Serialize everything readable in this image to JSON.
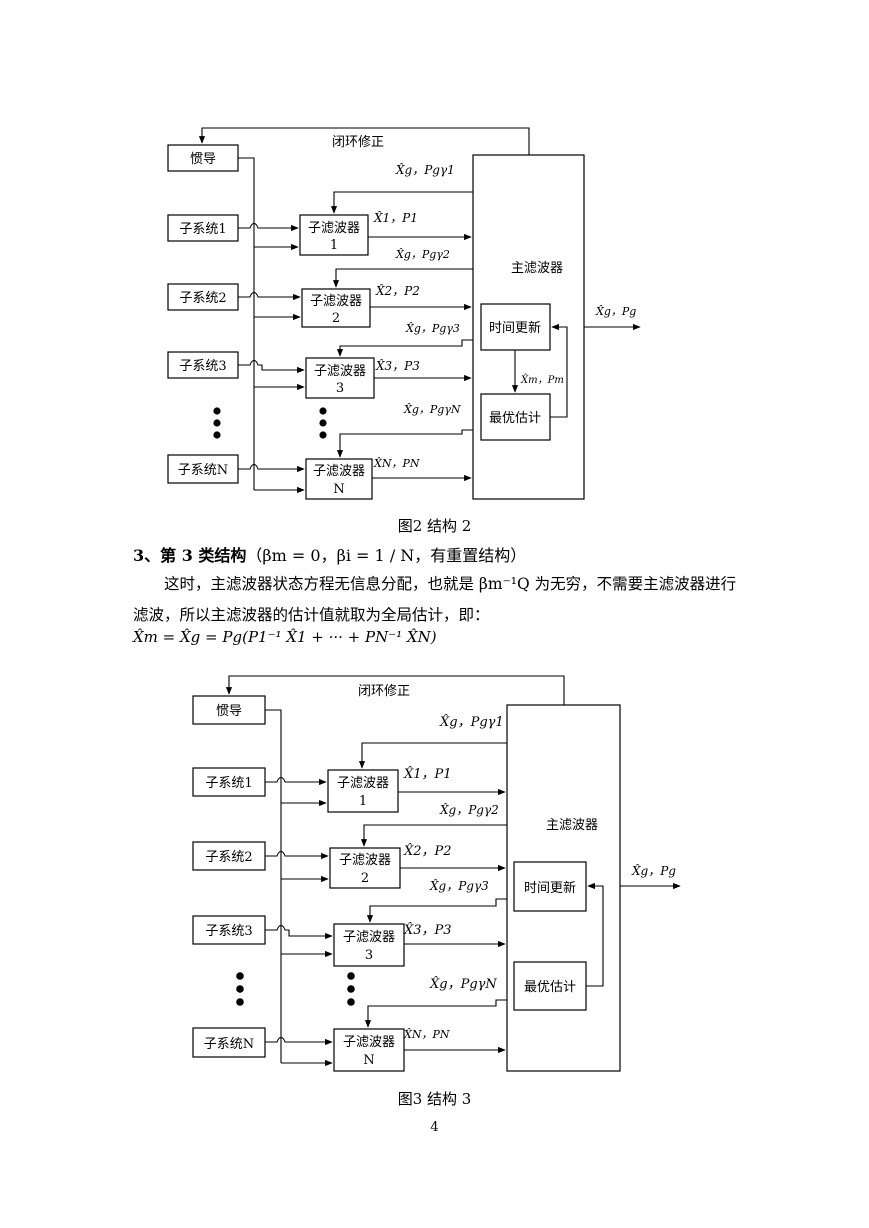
{
  "figures": [
    {
      "caption": "图2   结构 2",
      "inertial": "惯导",
      "loop_label": "闭环修正",
      "master": "主滤波器",
      "time_update": "时间更新",
      "optimal": "最优估计",
      "subsystems": [
        "子系统1",
        "子系统2",
        "子系统3",
        "子系统N"
      ],
      "filters": [
        {
          "name": "子滤波器",
          "index": "1"
        },
        {
          "name": "子滤波器",
          "index": "2"
        },
        {
          "name": "子滤波器",
          "index": "3"
        },
        {
          "name": "子滤波器",
          "index": "N"
        }
      ],
      "feedback_labels": [
        "X̂g，Pgγ1",
        "X̂g，Pgγ2",
        "X̂g，Pgγ3",
        "X̂g，PgγN"
      ],
      "local_labels": [
        "X̂1，P1",
        "X̂2，P2",
        "X̂3，P3",
        "X̂N，PN"
      ],
      "output_label": "X̂g，Pg",
      "internal_label": "X̂m，Pm"
    },
    {
      "caption": "图3   结构 3",
      "inertial": "惯导",
      "loop_label": "闭环修正",
      "master": "主滤波器",
      "time_update": "时间更新",
      "optimal": "最优估计",
      "subsystems": [
        "子系统1",
        "子系统2",
        "子系统3",
        "子系统N"
      ],
      "filters": [
        {
          "name": "子滤波器",
          "index": "1"
        },
        {
          "name": "子滤波器",
          "index": "2"
        },
        {
          "name": "子滤波器",
          "index": "3"
        },
        {
          "name": "子滤波器",
          "index": "N"
        }
      ],
      "feedback_labels": [
        "X̂g，Pgγ1",
        "X̂g，Pgγ2",
        "X̂g，Pgγ3",
        "X̂g，PgγN"
      ],
      "local_labels": [
        "X̂1，P1",
        "X̂2，P2",
        "X̂3，P3",
        "X̂N，PN"
      ],
      "output_label": "X̂g，Pg",
      "internal_label": ""
    }
  ],
  "section": {
    "number": "3、第 3 类结构",
    "condition": "（βm = 0，βi = 1 / N，有重置结构）"
  },
  "paragraph_1": "这时，主滤波器状态方程无信息分配，也就是 βm⁻¹Q 为无穷，不需要主滤波器进行滤波，所以主滤波器的估计值就取为全局估计，即：",
  "formula": "X̂m = X̂g = Pg(P1⁻¹ X̂1 + ··· + PN⁻¹ X̂N)",
  "page_number": "4"
}
